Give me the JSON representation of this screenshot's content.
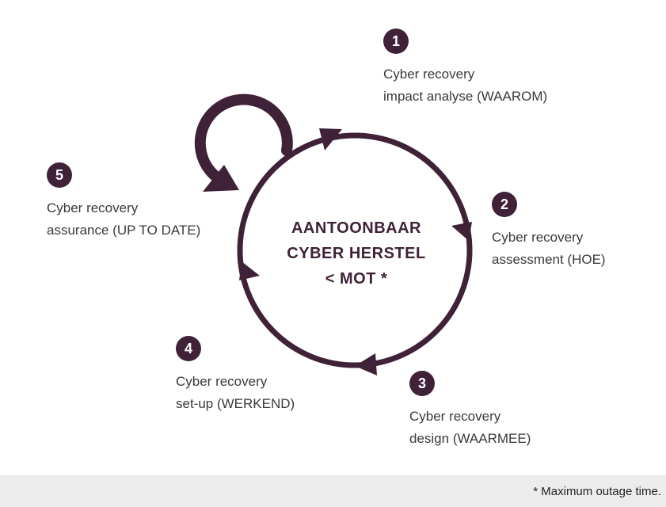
{
  "diagram": {
    "center": {
      "line1": "AANTOONBAAR",
      "line2": "CYBER HERSTEL",
      "line3": "< MOT *"
    },
    "steps": [
      {
        "number": "1",
        "line1": "Cyber recovery",
        "line2": "impact analyse (WAAROM)"
      },
      {
        "number": "2",
        "line1": "Cyber recovery",
        "line2": "assessment (HOE)"
      },
      {
        "number": "3",
        "line1": "Cyber recovery",
        "line2": "design (WAARMEE)"
      },
      {
        "number": "4",
        "line1": "Cyber recovery",
        "line2": "set-up (WERKEND)"
      },
      {
        "number": "5",
        "line1": "Cyber recovery",
        "line2": "assurance (UP TO DATE)"
      }
    ],
    "footnote": "* Maximum outage time.",
    "colors": {
      "accent": "#3f2237",
      "text": "#3a3a3a",
      "footer_bg": "#ececec"
    },
    "icons": [
      "cycle-arrow-icon",
      "loop-arrow-icon",
      "arrowhead-icon"
    ]
  }
}
